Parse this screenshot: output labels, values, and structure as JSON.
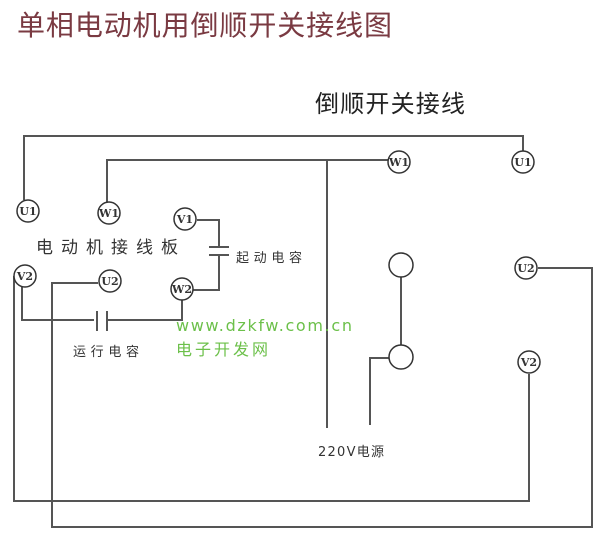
{
  "title": "单相电动机用倒顺开关接线图",
  "subtitle": "倒顺开关接线",
  "motor_board_label": "电动机接线板",
  "start_capacitor_label": "起动电容",
  "run_capacitor_label": "运行电容",
  "power_label": "220V电源",
  "watermark": {
    "url": "www.dzkfw.com.cn",
    "name": "电子开发网"
  },
  "motor_terminals": {
    "U1": "U1",
    "W1": "W1",
    "V1": "V1",
    "V2": "V2",
    "U2": "U2",
    "W2": "W2"
  },
  "switch_terminals": {
    "W1": "W1",
    "U1": "U1",
    "U2": "U2",
    "V2": "V2"
  },
  "colors": {
    "title": "#7a3a42",
    "watermark": "#6cc04a",
    "wire": "#555555"
  }
}
